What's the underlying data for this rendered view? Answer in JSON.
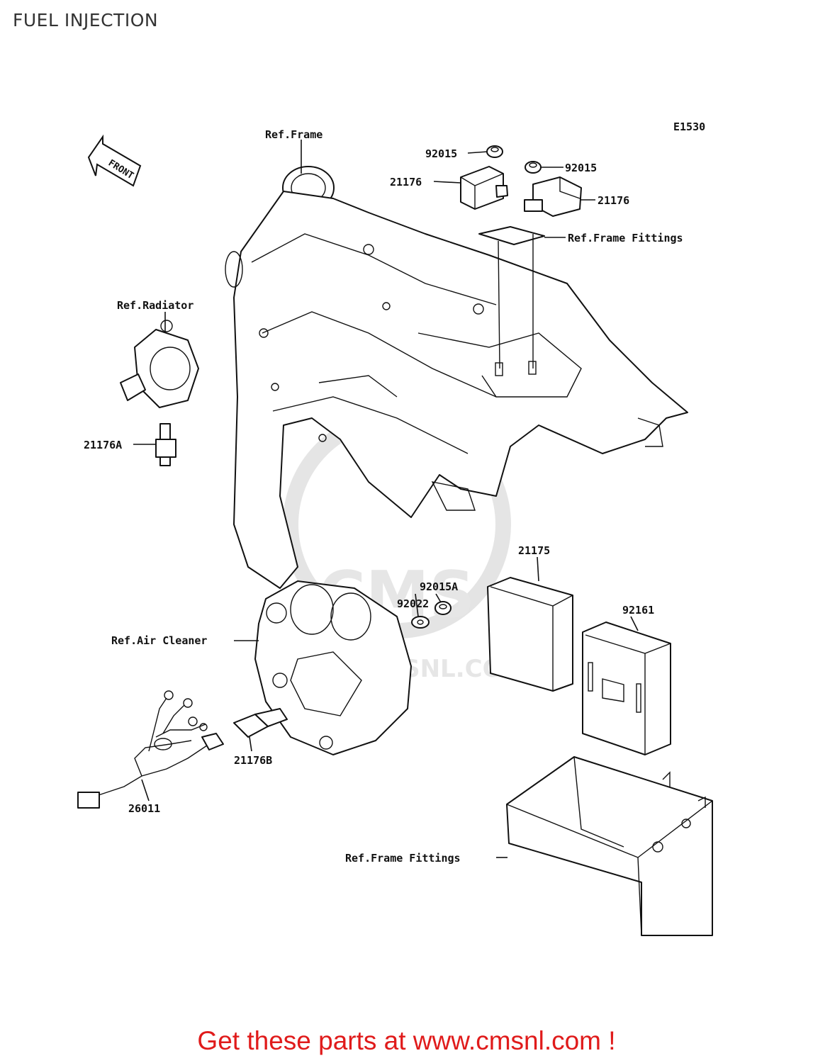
{
  "title": "FUEL INJECTION",
  "diagram_code": "E1530",
  "front_label": "FRONT",
  "watermark_text": "CMS",
  "watermark_url": "WWW.CMSNL.COM",
  "footer": "Get these parts at www.cmsnl.com !",
  "colors": {
    "footer": "#e01b1b",
    "watermark": "#c8c8c8",
    "line": "#111111"
  },
  "labels": {
    "ref_frame": "Ref.Frame",
    "p92015_left": "92015",
    "p92015_right": "92015",
    "p21176_left": "21176",
    "p21176_right": "21176",
    "ref_frame_fittings_top": "Ref.Frame Fittings",
    "ref_radiator": "Ref.Radiator",
    "p21176A": "21176A",
    "p21175": "21175",
    "p92015A": "92015A",
    "p92022": "92022",
    "p92161": "92161",
    "ref_air_cleaner": "Ref.Air Cleaner",
    "p21176B": "21176B",
    "p26011": "26011",
    "ref_frame_fittings_bottom": "Ref.Frame Fittings"
  }
}
